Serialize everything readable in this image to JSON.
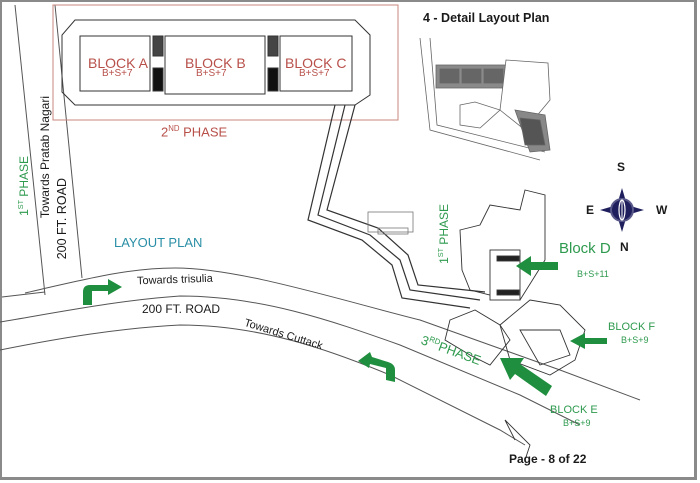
{
  "page": {
    "title": "4 - Detail Layout Plan",
    "footer": "Page - 8 of 22"
  },
  "main_plan": {
    "title": "LAYOUT PLAN",
    "phases": {
      "phase1_left": {
        "num": "1",
        "sup": "ST",
        "word": "PHASE"
      },
      "phase1_right": {
        "num": "1",
        "sup": "ST",
        "word": "PHASE"
      },
      "phase2": {
        "num": "2",
        "sup": "ND",
        "word": "PHASE"
      },
      "phase3": {
        "num": "3",
        "sup": "RD",
        "word": "PHASE"
      }
    },
    "blocks": [
      {
        "name": "BLOCK A",
        "floors": "B+S+7"
      },
      {
        "name": "BLOCK B",
        "floors": "B+S+7"
      },
      {
        "name": "BLOCK C",
        "floors": "B+S+7"
      },
      {
        "name": "Block D",
        "floors": "B+S+11"
      },
      {
        "name": "BLOCK E",
        "floors": "B+S+9"
      },
      {
        "name": "BLOCK F",
        "floors": "B+S+9"
      }
    ],
    "roads": {
      "vertical_road": "200 FT. ROAD",
      "vertical_direction": "Towards Pratab Nagari",
      "horizontal_road": "200 FT. ROAD",
      "direction_trisulia": "Towards trisulia",
      "direction_cuttack": "Towards Cuttack"
    },
    "compass": {
      "north": "N",
      "south": "S",
      "east": "E",
      "west": "W"
    }
  },
  "colors": {
    "green_label": "#2e9a4e",
    "arrow_green": "#1f8f3f",
    "red_label": "#b8504a",
    "teal_label": "#2a8fa6",
    "compass_navy": "#1f1f5e"
  }
}
